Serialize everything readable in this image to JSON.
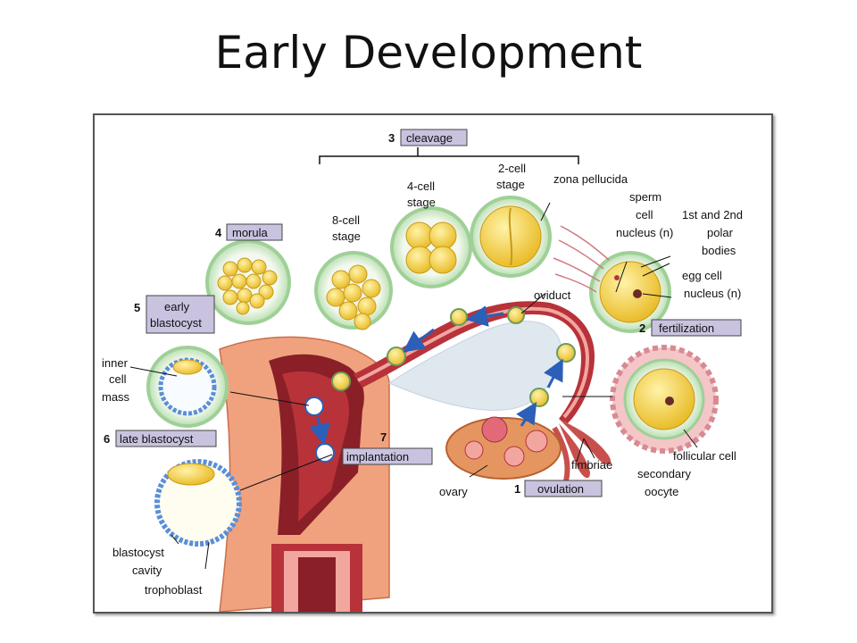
{
  "slide": {
    "title": "Early Development"
  },
  "stages": {
    "n1": "1",
    "ovulation": "ovulation",
    "n2": "2",
    "fertilization": "fertilization",
    "n3": "3",
    "cleavage": "cleavage",
    "n4": "4",
    "morula": "morula",
    "n5": "5",
    "early_blastocyst_1": "early",
    "early_blastocyst_2": "blastocyst",
    "n6": "6",
    "late_blastocyst": "late blastocyst",
    "n7": "7",
    "implantation": "implantation"
  },
  "labels": {
    "two_cell_1": "2-cell",
    "two_cell_2": "stage",
    "four_cell_1": "4-cell",
    "four_cell_2": "stage",
    "eight_cell_1": "8-cell",
    "eight_cell_2": "stage",
    "zona_pellucida": "zona pellucida",
    "sperm_1": "sperm",
    "sperm_2": "cell",
    "sperm_3": "nucleus (n)",
    "polar_1": "1st and 2nd",
    "polar_2": "polar",
    "polar_3": "bodies",
    "egg_1": "egg cell",
    "egg_2": "nucleus (n)",
    "oviduct": "oviduct",
    "inner_1": "inner",
    "inner_2": "cell",
    "inner_3": "mass",
    "follicular_cell": "follicular cell",
    "secondary_1": "secondary",
    "secondary_2": "oocyte",
    "fimbriae": "fimbriae",
    "ovary": "ovary",
    "blasto_cavity_1": "blastocyst",
    "blasto_cavity_2": "cavity",
    "trophoblast": "trophoblast"
  },
  "colors": {
    "cell_yellow": "#f7d23a",
    "zona_green": "#c8e6c0",
    "tissue_red": "#b8323a",
    "tissue_pink": "#f2a6a0",
    "label_box": "#c9c3e0",
    "arrow_blue": "#2b5fb8"
  }
}
